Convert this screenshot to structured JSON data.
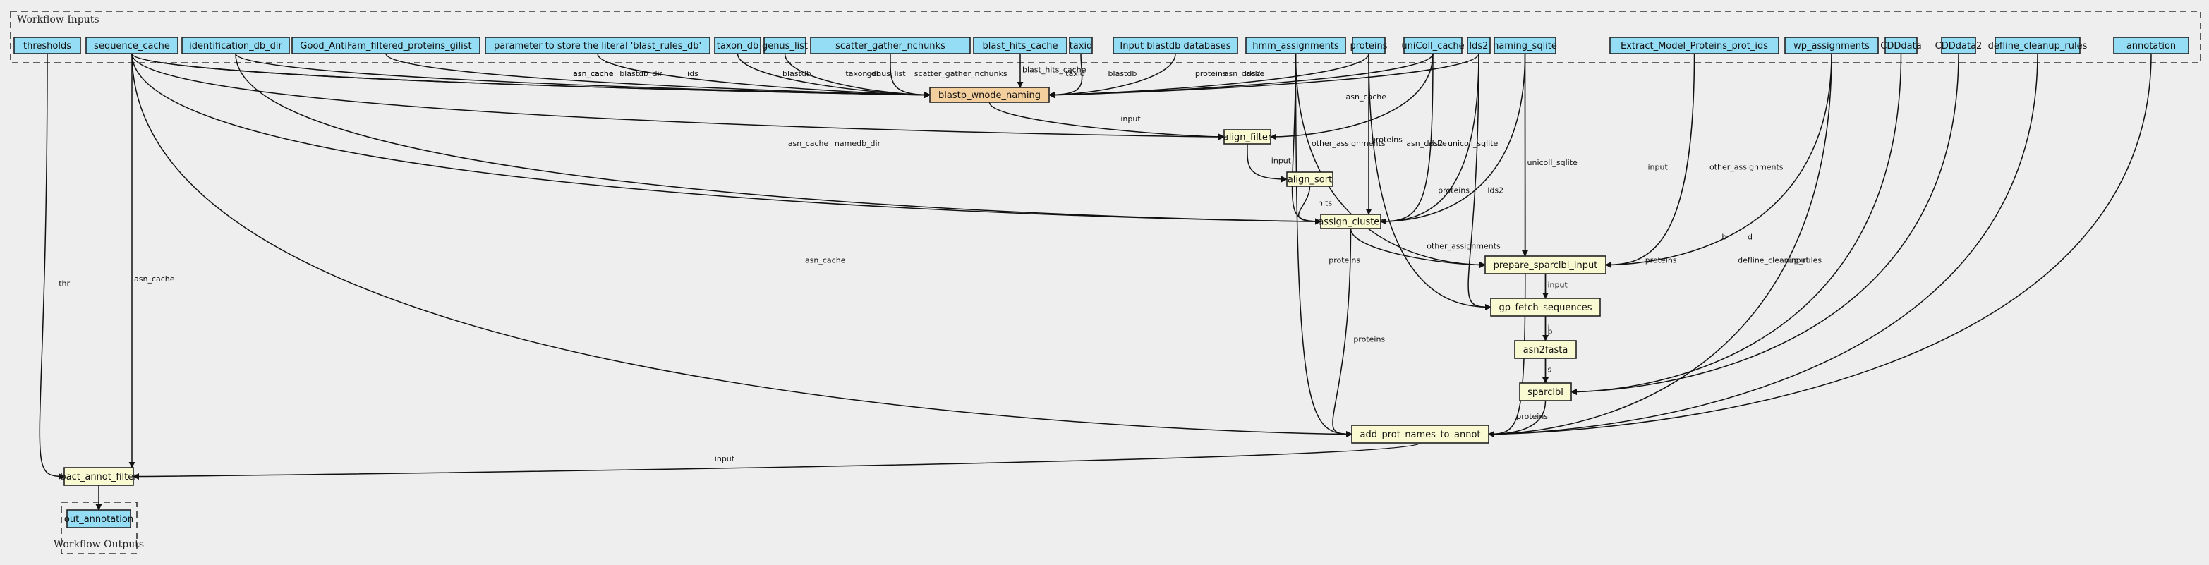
{
  "clusters": {
    "inputs_label": "Workflow Inputs",
    "outputs_label": "Workflow Outputs"
  },
  "colors": {
    "input_node": "#94ddf4",
    "step_node": "#fafad2",
    "scatter_node": "#f4cf9e",
    "background": "#eeeeee"
  },
  "inputs": [
    {
      "id": "thresholds",
      "label": "thresholds"
    },
    {
      "id": "sequence_cache",
      "label": "sequence_cache"
    },
    {
      "id": "identification_db_dir",
      "label": "identification_db_dir"
    },
    {
      "id": "Good_AntiFam_filtered_proteins_gilist",
      "label": "Good_AntiFam_filtered_proteins_gilist"
    },
    {
      "id": "blast_rules_db",
      "label": "parameter to store the literal 'blast_rules_db'"
    },
    {
      "id": "taxon_db",
      "label": "taxon_db"
    },
    {
      "id": "genus_list",
      "label": "genus_list"
    },
    {
      "id": "scatter_gather_nchunks",
      "label": "scatter_gather_nchunks"
    },
    {
      "id": "blast_hits_cache",
      "label": "blast_hits_cache"
    },
    {
      "id": "taxid",
      "label": "taxid"
    },
    {
      "id": "blastdb",
      "label": "Input blastdb databases"
    },
    {
      "id": "hmm_assignments",
      "label": "hmm_assignments"
    },
    {
      "id": "proteins",
      "label": "proteins"
    },
    {
      "id": "uniColl_cache",
      "label": "uniColl_cache"
    },
    {
      "id": "lds2",
      "label": "lds2"
    },
    {
      "id": "naming_sqlite",
      "label": "naming_sqlite"
    },
    {
      "id": "Extract_Model_Proteins_prot_ids",
      "label": "Extract_Model_Proteins_prot_ids"
    },
    {
      "id": "wp_assignments",
      "label": "wp_assignments"
    },
    {
      "id": "CDDdata",
      "label": "CDDdata"
    },
    {
      "id": "CDDdata2",
      "label": "CDDdata2"
    },
    {
      "id": "defline_cleanup_rules",
      "label": "defline_cleanup_rules"
    },
    {
      "id": "annotation",
      "label": "annotation"
    }
  ],
  "steps": [
    {
      "id": "blastp_wnode_naming",
      "label": "blastp_wnode_naming",
      "kind": "scatter"
    },
    {
      "id": "align_filter",
      "label": "align_filter",
      "kind": "step"
    },
    {
      "id": "align_sort",
      "label": "align_sort",
      "kind": "step"
    },
    {
      "id": "assign_cluster",
      "label": "assign_cluster",
      "kind": "step"
    },
    {
      "id": "prepare_sparclbl_input",
      "label": "prepare_sparclbl_input",
      "kind": "step"
    },
    {
      "id": "gp_fetch_sequences",
      "label": "gp_fetch_sequences",
      "kind": "step"
    },
    {
      "id": "asn2fasta",
      "label": "asn2fasta",
      "kind": "step"
    },
    {
      "id": "sparclbl",
      "label": "sparclbl",
      "kind": "step"
    },
    {
      "id": "add_prot_names_to_annot",
      "label": "add_prot_names_to_annot",
      "kind": "step"
    },
    {
      "id": "bact_annot_filter",
      "label": "bact_annot_filter",
      "kind": "step"
    }
  ],
  "outputs": [
    {
      "id": "out_annotation",
      "label": "out_annotation"
    }
  ],
  "edges": [
    {
      "from": "sequence_cache",
      "to": "blastp_wnode_naming",
      "label": "asn_cache"
    },
    {
      "from": "identification_db_dir",
      "to": "blastp_wnode_naming",
      "label": "blastdb_dir"
    },
    {
      "from": "Good_AntiFam_filtered_proteins_gilist",
      "to": "blastp_wnode_naming",
      "label": "ids"
    },
    {
      "from": "blast_rules_db",
      "to": "blastp_wnode_naming",
      "label": "blastdb"
    },
    {
      "from": "taxon_db",
      "to": "blastp_wnode_naming",
      "label": "taxon_db"
    },
    {
      "from": "genus_list",
      "to": "blastp_wnode_naming",
      "label": "genus_list"
    },
    {
      "from": "scatter_gather_nchunks",
      "to": "blastp_wnode_naming",
      "label": "scatter_gather_nchunks"
    },
    {
      "from": "blast_hits_cache",
      "to": "blastp_wnode_naming",
      "label": "blast_hits_cache"
    },
    {
      "from": "taxid",
      "to": "blastp_wnode_naming",
      "label": "taxid"
    },
    {
      "from": "blastdb",
      "to": "blastp_wnode_naming",
      "label": "blastdb"
    },
    {
      "from": "proteins",
      "to": "blastp_wnode_naming",
      "label": "proteins"
    },
    {
      "from": "uniColl_cache",
      "to": "blastp_wnode_naming",
      "label": "asn_cache"
    },
    {
      "from": "lds2",
      "to": "blastp_wnode_naming",
      "label": "lds2"
    },
    {
      "from": "sequence_cache",
      "to": "blastp_wnode_naming",
      "label": "asn_cache"
    },
    {
      "from": "blastp_wnode_naming",
      "to": "align_filter",
      "label": "input"
    },
    {
      "from": "sequence_cache",
      "to": "align_filter",
      "label": ""
    },
    {
      "from": "uniColl_cache",
      "to": "align_filter",
      "label": "asn_cache"
    },
    {
      "from": "align_filter",
      "to": "align_sort",
      "label": "input"
    },
    {
      "from": "align_sort",
      "to": "assign_cluster",
      "label": "hits"
    },
    {
      "from": "hmm_assignments",
      "to": "assign_cluster",
      "label": "other_assignments"
    },
    {
      "from": "proteins",
      "to": "assign_cluster",
      "label": "proteins"
    },
    {
      "from": "uniColl_cache",
      "to": "assign_cluster",
      "label": "asn_cache"
    },
    {
      "from": "lds2",
      "to": "assign_cluster",
      "label": "lds2"
    },
    {
      "from": "naming_sqlite",
      "to": "assign_cluster",
      "label": "unicoll_sqlite"
    },
    {
      "from": "sequence_cache",
      "to": "assign_cluster",
      "label": "asn_cache"
    },
    {
      "from": "identification_db_dir",
      "to": "assign_cluster",
      "label": "namedb_dir"
    },
    {
      "from": "assign_cluster",
      "to": "prepare_sparclbl_input",
      "label": "other_assignments"
    },
    {
      "from": "hmm_assignments",
      "to": "prepare_sparclbl_input",
      "label": ""
    },
    {
      "from": "naming_sqlite",
      "to": "prepare_sparclbl_input",
      "label": "unicoll_sqlite"
    },
    {
      "from": "Extract_Model_Proteins_prot_ids",
      "to": "prepare_sparclbl_input",
      "label": "input"
    },
    {
      "from": "wp_assignments",
      "to": "prepare_sparclbl_input",
      "label": "other_assignments"
    },
    {
      "from": "prepare_sparclbl_input",
      "to": "gp_fetch_sequences",
      "label": "input"
    },
    {
      "from": "proteins",
      "to": "gp_fetch_sequences",
      "label": "proteins"
    },
    {
      "from": "lds2",
      "to": "gp_fetch_sequences",
      "label": "lds2"
    },
    {
      "from": "gp_fetch_sequences",
      "to": "asn2fasta",
      "label": "i"
    },
    {
      "from": "asn2fasta",
      "to": "sparclbl",
      "label": "s"
    },
    {
      "from": "prepare_sparclbl_input",
      "to": "sparclbl",
      "label": "p"
    },
    {
      "from": "CDDdata",
      "to": "sparclbl",
      "label": "b"
    },
    {
      "from": "CDDdata2",
      "to": "sparclbl",
      "label": "d"
    },
    {
      "from": "sparclbl",
      "to": "add_prot_names_to_annot",
      "label": "proteins"
    },
    {
      "from": "naming_sqlite",
      "to": "add_prot_names_to_annot",
      "label": "unicoll_sqlite"
    },
    {
      "from": "assign_cluster",
      "to": "add_prot_names_to_annot",
      "label": "proteins"
    },
    {
      "from": "hmm_assignments",
      "to": "add_prot_names_to_annot",
      "label": "proteins"
    },
    {
      "from": "sequence_cache",
      "to": "add_prot_names_to_annot",
      "label": "asn_cache"
    },
    {
      "from": "wp_assignments",
      "to": "add_prot_names_to_annot",
      "label": "proteins"
    },
    {
      "from": "defline_cleanup_rules",
      "to": "add_prot_names_to_annot",
      "label": "defline_cleanup_rules"
    },
    {
      "from": "annotation",
      "to": "add_prot_names_to_annot",
      "label": "input"
    },
    {
      "from": "add_prot_names_to_annot",
      "to": "bact_annot_filter",
      "label": "input"
    },
    {
      "from": "thresholds",
      "to": "bact_annot_filter",
      "label": "thr"
    },
    {
      "from": "sequence_cache",
      "to": "bact_annot_filter",
      "label": "asn_cache"
    },
    {
      "from": "bact_annot_filter",
      "to": "out_annotation",
      "label": ""
    }
  ]
}
